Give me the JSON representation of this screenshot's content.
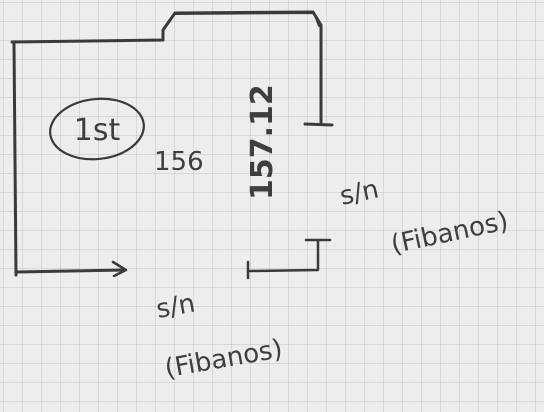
{
  "diagram": {
    "floor_label": "1st",
    "room_number": "156",
    "room_tag": "157.12",
    "bottom_note": {
      "label": "s/n",
      "sublabel": "(Fibanos)"
    },
    "right_note": {
      "label": "s/n",
      "sublabel": "(Fibanos)"
    }
  }
}
